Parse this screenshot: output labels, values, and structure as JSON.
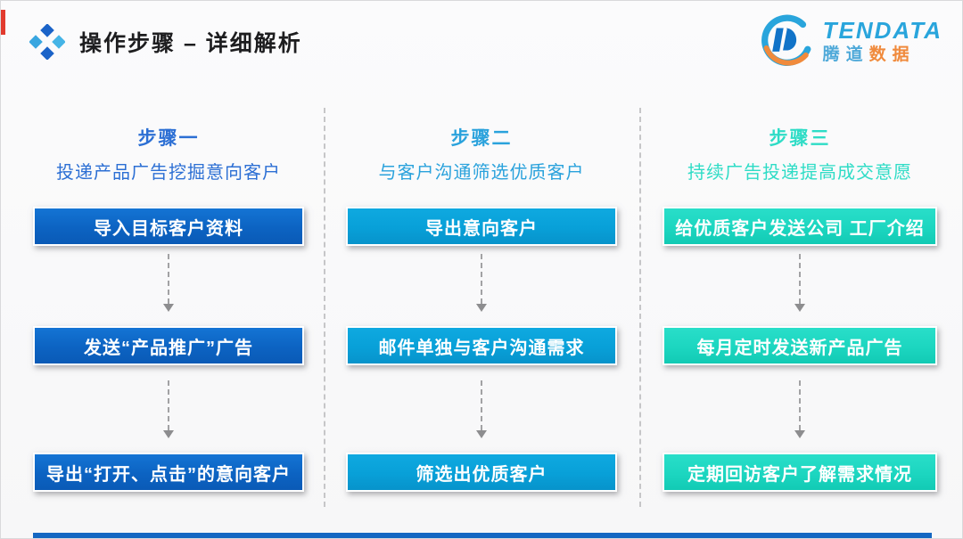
{
  "header": {
    "title": "操作步骤 – 详细解析",
    "icon": "four-diamonds",
    "icon_colors": {
      "dark_blue": "#1b63c8",
      "light_blue": "#38a6e0"
    }
  },
  "logo": {
    "brand_en": "TENDATA",
    "brand_cn_part1": "腾道",
    "brand_cn_part2": "数据",
    "colors": {
      "blue": "#29a5dc",
      "orange": "#f08a3c"
    }
  },
  "columns": [
    {
      "title": "步骤一",
      "subtitle": "投递产品广告挖掘意向客户",
      "accent_color": "#2c6fd4",
      "box_color": "#0d64c3",
      "boxes": [
        "导入目标客户资料",
        "发送“产品推广”广告",
        "导出“打开、点击”的意向客户"
      ]
    },
    {
      "title": "步骤二",
      "subtitle": "与客户沟通筛选优质客户",
      "accent_color": "#2aa2dc",
      "box_color": "#09a1d9",
      "boxes": [
        "导出意向客户",
        "邮件单独与客户沟通需求",
        "筛选出优质客户"
      ]
    },
    {
      "title": "步骤三",
      "subtitle": "持续广告投递提高成交意愿",
      "accent_color": "#2edcc6",
      "box_color": "#1bd5bf",
      "boxes": [
        "给优质客户发送公司 工厂介绍",
        "每月定时发送新产品广告",
        "定期回访客户了解需求情况"
      ]
    }
  ],
  "decorations": {
    "red_accent_color": "#e23b2e",
    "bottom_bar_color": "#1467c2",
    "divider_style": "vertical-dashed",
    "arrow_style": "dashed-down-arrow"
  }
}
